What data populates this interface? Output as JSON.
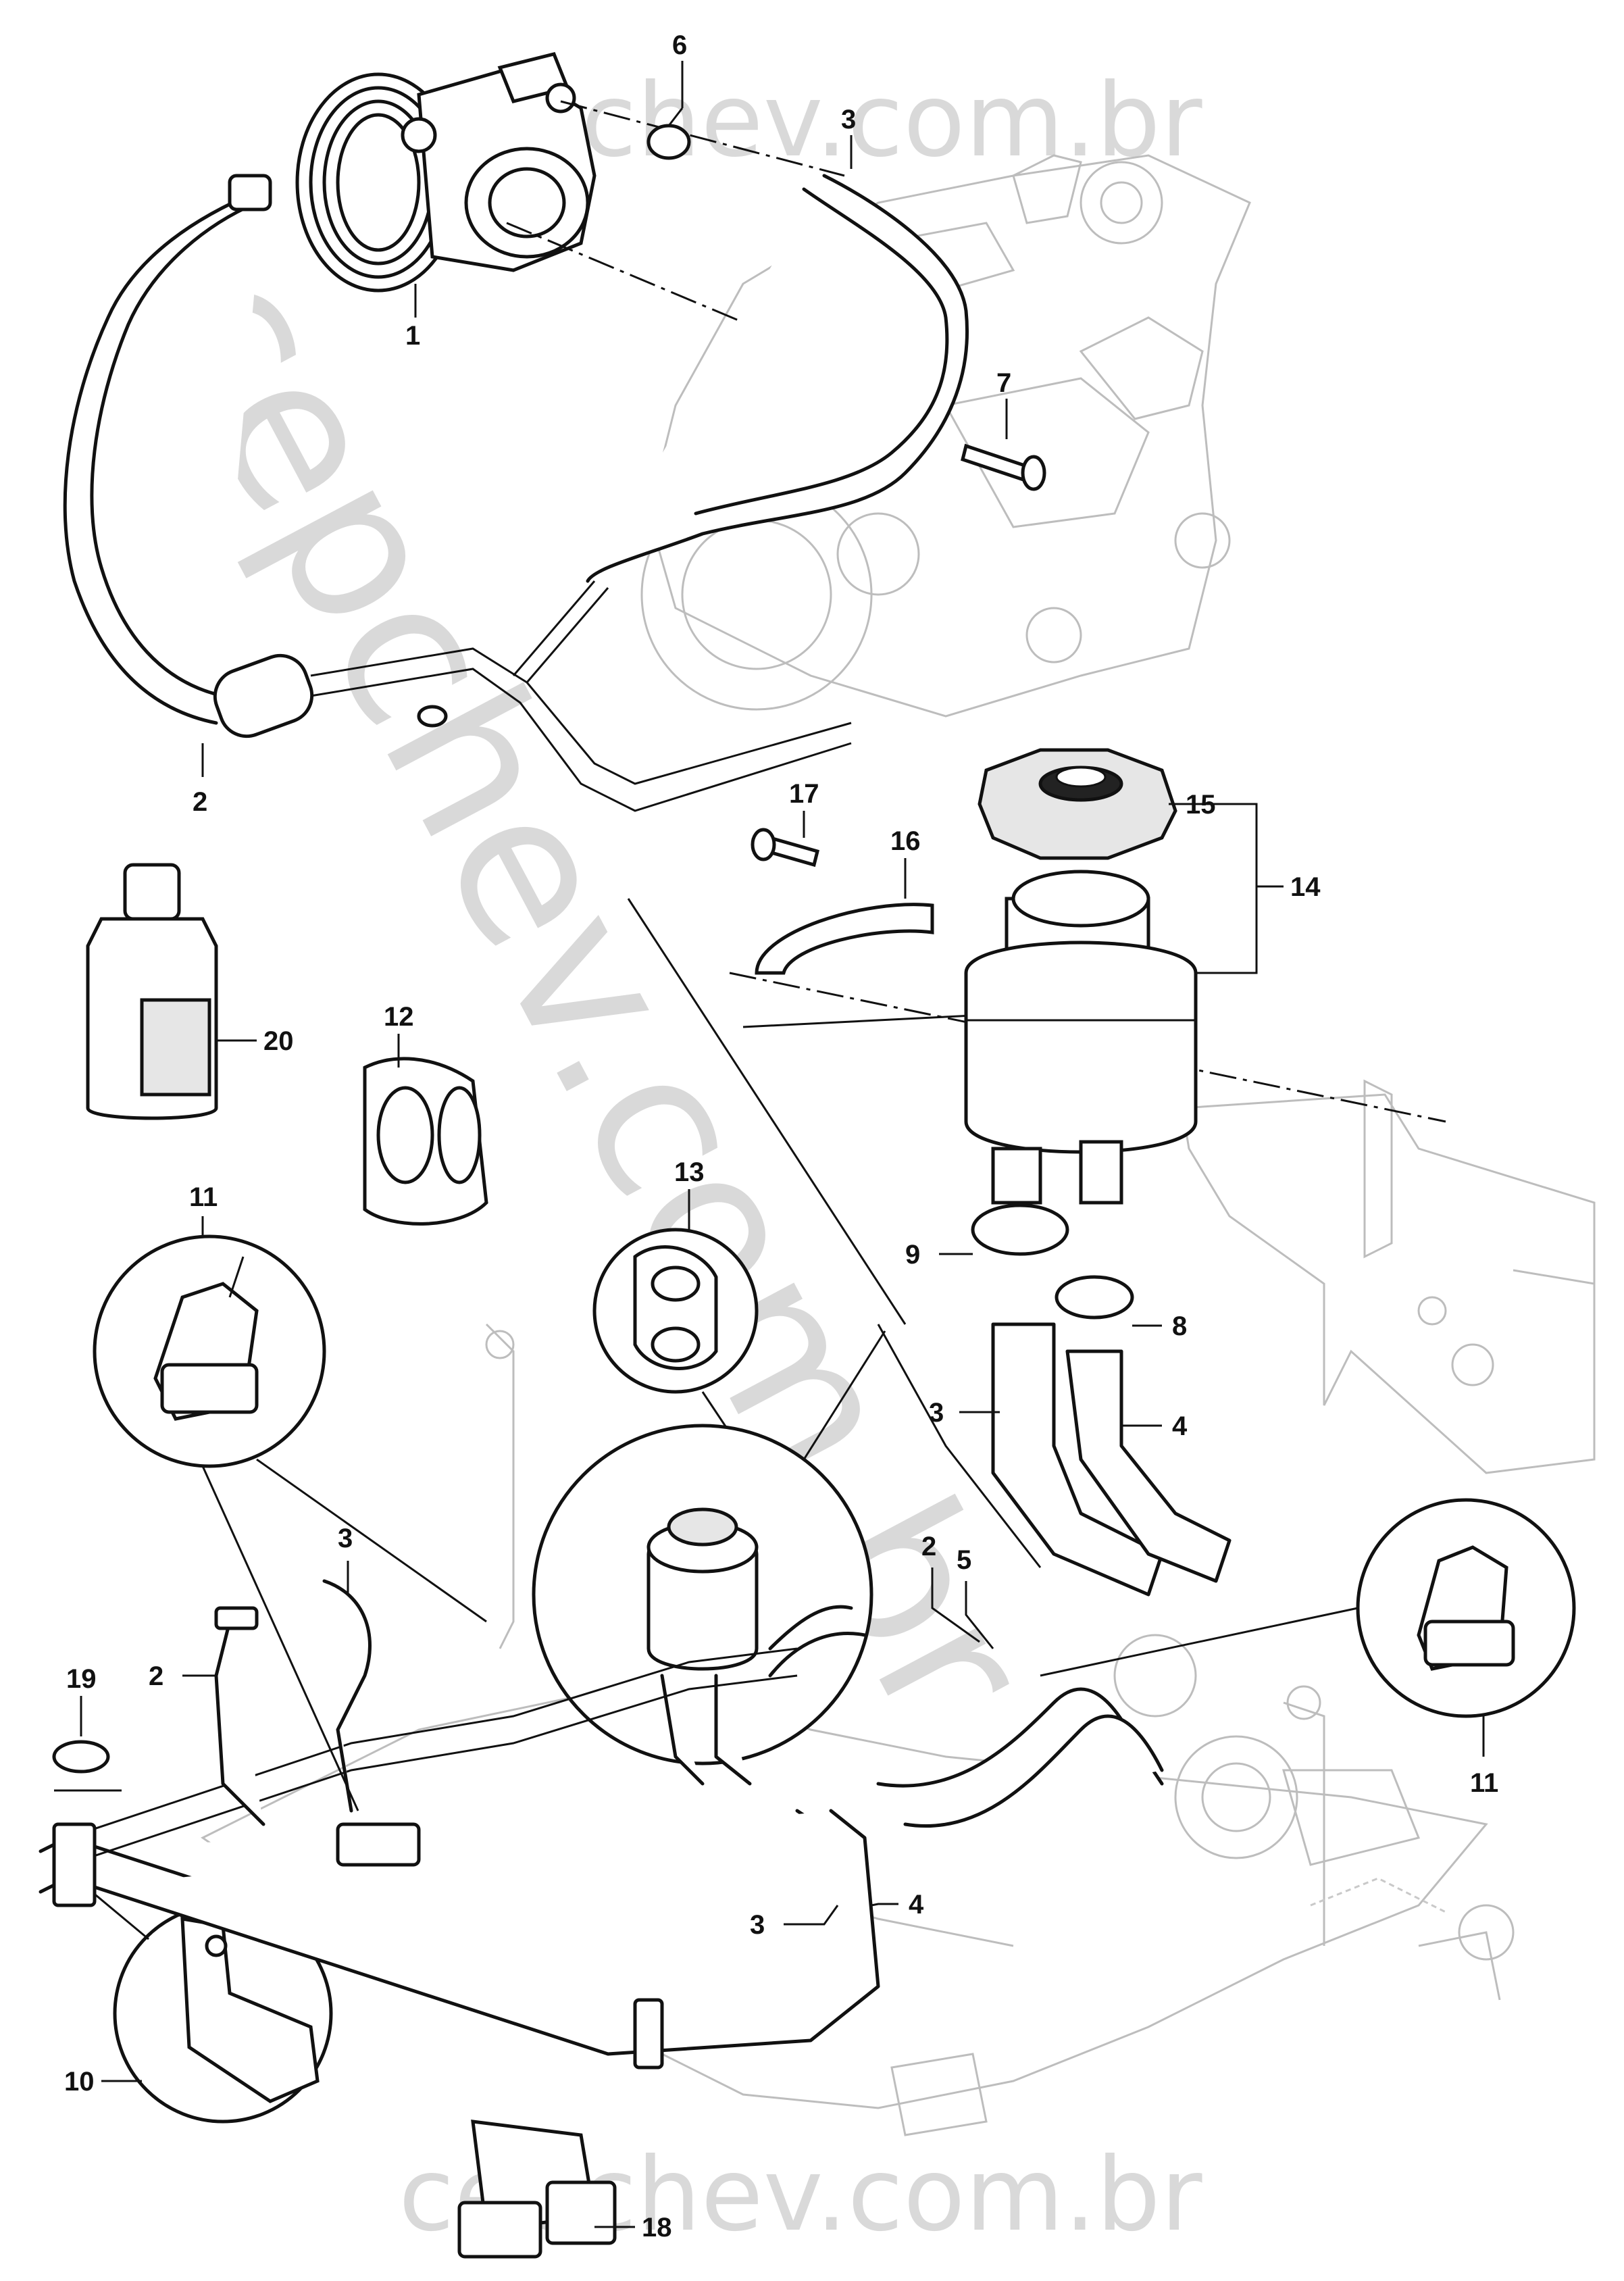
{
  "watermark": {
    "top": "cepchev.com.br",
    "bottom": "cepchev.com.br",
    "diagonal": "cepchev.com.br"
  },
  "callouts": [
    {
      "id": "1",
      "label": "1"
    },
    {
      "id": "2a",
      "label": "2"
    },
    {
      "id": "2b",
      "label": "2"
    },
    {
      "id": "2c",
      "label": "2"
    },
    {
      "id": "3a",
      "label": "3"
    },
    {
      "id": "3b",
      "label": "3"
    },
    {
      "id": "3c",
      "label": "3"
    },
    {
      "id": "3d",
      "label": "3"
    },
    {
      "id": "4a",
      "label": "4"
    },
    {
      "id": "4b",
      "label": "4"
    },
    {
      "id": "5",
      "label": "5"
    },
    {
      "id": "6",
      "label": "6"
    },
    {
      "id": "7",
      "label": "7"
    },
    {
      "id": "8",
      "label": "8"
    },
    {
      "id": "9",
      "label": "9"
    },
    {
      "id": "10",
      "label": "10"
    },
    {
      "id": "11a",
      "label": "11"
    },
    {
      "id": "11b",
      "label": "11"
    },
    {
      "id": "12",
      "label": "12"
    },
    {
      "id": "13",
      "label": "13"
    },
    {
      "id": "14",
      "label": "14"
    },
    {
      "id": "15",
      "label": "15"
    },
    {
      "id": "16",
      "label": "16"
    },
    {
      "id": "17",
      "label": "17"
    },
    {
      "id": "18",
      "label": "18"
    },
    {
      "id": "19",
      "label": "19"
    },
    {
      "id": "20",
      "label": "20"
    }
  ]
}
